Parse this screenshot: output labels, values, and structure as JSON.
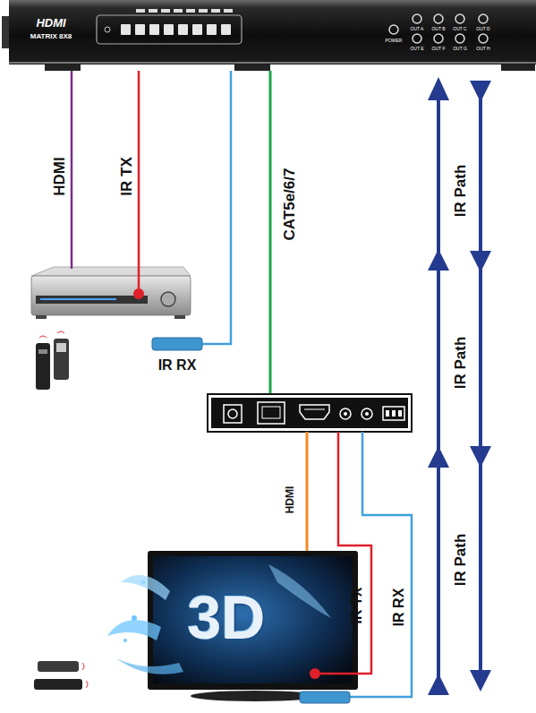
{
  "diagram": {
    "nodes": [
      {
        "text": [
          "HDMI",
          "MATRIX 8X8",
          "POWER",
          "OUT A",
          "OUT B",
          "OUT C",
          "OUT D",
          "OUT E",
          "OUT F",
          "OUT G",
          "OUT H"
        ]
      },
      {
        "text": [
          "3D"
        ]
      }
    ],
    "labels": [
      "HDMI",
      "IR TX",
      "CAT5e/6/7",
      "IR RX",
      "HDMI",
      "IR TX",
      "IR RX",
      "IR Path",
      "IR Path",
      "IR Path"
    ]
  }
}
